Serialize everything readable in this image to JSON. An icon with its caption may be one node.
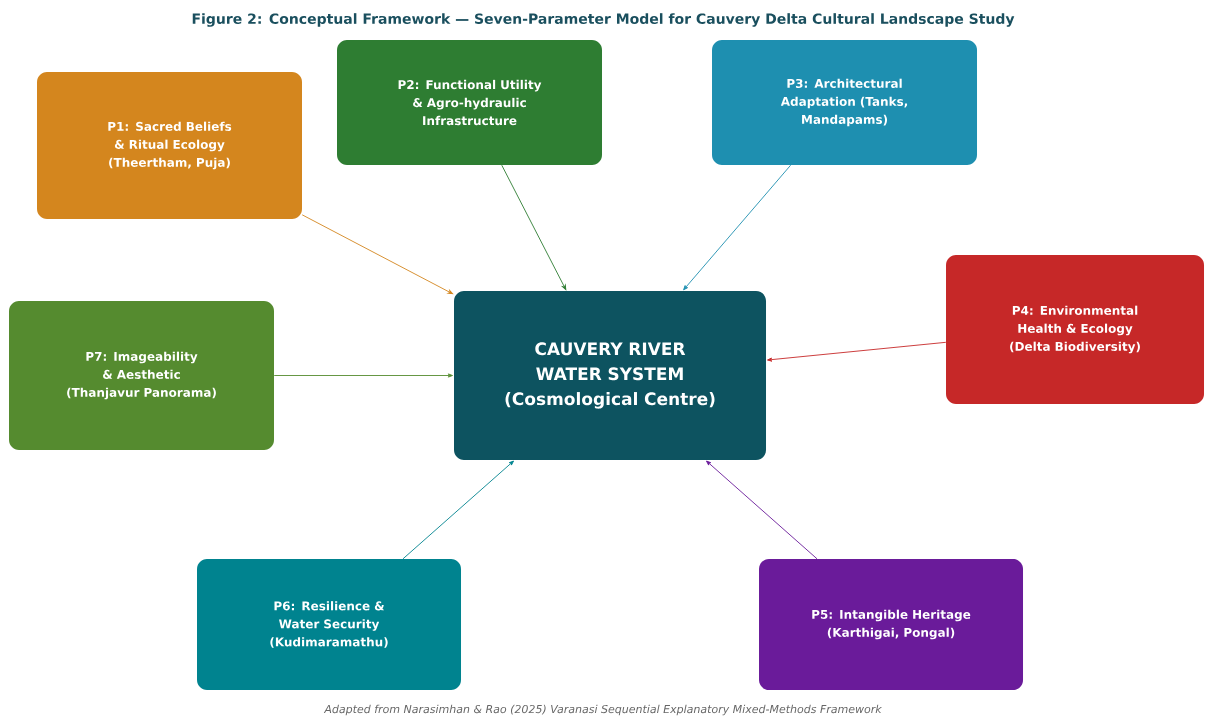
{
  "diagram": {
    "title": "Figure 2: Conceptual Framework — Seven-Parameter Model for Cauvery Delta Cultural Landscape Study",
    "caption": "Adapted from Narasimhan & Rao (2025) Varanasi Sequential Explanatory Mixed-Methods Framework",
    "nodes": [
      {
        "text": [
          "P2: Functional Utility & Agro-hydraulic Infrastructure"
        ]
      },
      {
        "text": [
          "P3: Architectural Adaptation (Tanks, Mandapams)"
        ]
      },
      {
        "text": [
          "P1: Sacred Beliefs & Ritual Ecology (Theertham, Puja)"
        ]
      },
      {
        "text": [
          "P4: Environmental Health & Ecology (Delta Biodiversity)"
        ]
      },
      {
        "text": [
          "P7: Imageability & Aesthetic (Thanjavur Panorama)"
        ]
      },
      {
        "text": [
          "CAUVERY RIVER WATER SYSTEM (Cosmological Centre)"
        ]
      },
      {
        "text": [
          "P6: Resilience & Water Security (Kudimaramathu)"
        ]
      },
      {
        "text": [
          "P5: Intangible Heritage (Karthigai, Pongal)"
        ]
      }
    ],
    "edges": [
      {
        "from": 2,
        "to": 5,
        "arrow": "to",
        "color": "#d4861e"
      },
      {
        "from": 0,
        "to": 5,
        "arrow": "to",
        "color": "#2e7d32"
      },
      {
        "from": 1,
        "to": 5,
        "arrow": "to",
        "color": "#1e8fb0"
      },
      {
        "from": 3,
        "to": 5,
        "arrow": "to",
        "color": "#c62828"
      },
      {
        "from": 7,
        "to": 5,
        "arrow": "to",
        "color": "#6a1b9a"
      },
      {
        "from": 6,
        "to": 5,
        "arrow": "to",
        "color": "#00838f"
      },
      {
        "from": 4,
        "to": 5,
        "arrow": "to",
        "color": "#558b2f"
      }
    ]
  }
}
